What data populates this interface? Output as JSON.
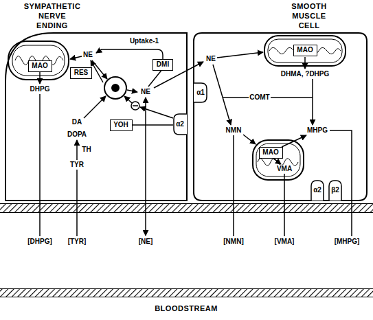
{
  "diagram": {
    "nodes": [
      {
        "text": [
          "SYMPATHETIC NERVE ENDING"
        ]
      },
      {
        "text": [
          "MAO"
        ],
        "in": 0
      },
      {
        "text": [
          "RES"
        ],
        "in": 0
      },
      {
        "text": [
          "DMI"
        ],
        "in": 0
      },
      {
        "text": [
          "YOH"
        ],
        "in": 0
      },
      {
        "text": [
          "α2"
        ],
        "in": 0
      },
      {
        "text": [
          "SMOOTH MUSCLE CELL"
        ]
      },
      {
        "text": [
          "α1"
        ],
        "in": 6
      },
      {
        "text": [
          "MAO"
        ],
        "in": 6
      },
      {
        "text": [
          "MAO"
        ],
        "in": 6
      },
      {
        "text": [
          "α2"
        ],
        "in": 6
      },
      {
        "text": [
          "β2"
        ],
        "in": 6
      },
      {
        "text": [
          "BLOODSTREAM"
        ]
      }
    ],
    "labels": [
      "Uptake-1",
      "NE",
      "DHPG",
      "NE",
      "DA",
      "DOPA",
      "TH",
      "TYR",
      "NE",
      "DHMA, ?DHPG",
      "COMT",
      "NMN",
      "MHPG",
      "VMA",
      "[DHPG]",
      "[TYR]",
      "[NE]",
      "[NMN]",
      "[VMA]",
      "[MHPG]"
    ]
  }
}
